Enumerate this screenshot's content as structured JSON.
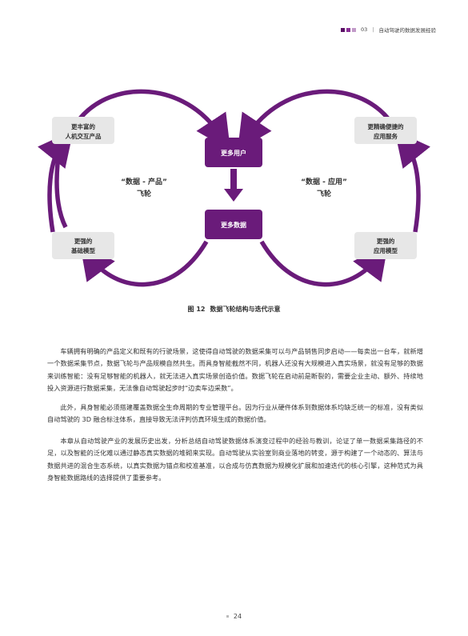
{
  "header": {
    "chapter": "03",
    "title": "自动驾驶的数据发展经验",
    "colors": [
      "#5b0f66",
      "#8a2e96",
      "#c29ac9"
    ]
  },
  "figure": {
    "center_top": "更多用户",
    "center_bottom": "更多数据",
    "left_top": [
      "更丰富的",
      "人机交互产品"
    ],
    "left_bottom": [
      "更强的",
      "基础模型"
    ],
    "right_top": [
      "更精确便捷的",
      "应用服务"
    ],
    "right_bottom": [
      "更强的",
      "应用模型"
    ],
    "left_label": [
      "“数据 - 产品”",
      "飞轮"
    ],
    "right_label": [
      "“数据 - 应用”",
      "飞轮"
    ],
    "accent": "#6a1b7a",
    "box_fill": "#e7e7e7"
  },
  "caption": {
    "number": "图 12",
    "title": "数据飞轮结构与迭代示意"
  },
  "paragraphs": [
    "车辆拥有明确的产品定义和既有的行驶场景，这使得自动驾驶的数据采集可以与产品销售同步启动——每卖出一台车，就新增一个数据采集节点，数据飞轮与产品规模自然共生。而具身智能截然不同，机器人还没有大规模进入真实场景，就没有足够的数据来训练智能：没有足够智能的机器人，就无法进入真实场景创造价值。数据飞轮在启动前是断裂的，需要企业主动、额外、持续地投入资源进行数据采集，无法像自动驾驶起步时“边卖车边采数”。",
    "此外，具身智能必须搭建覆盖数据全生命周期的专业管理平台。因为行业从硬件体系到数据体系均缺乏统一的标准，没有类似自动驾驶的 3D 融合标注体系，直接导致无法评判仿真环境生成的数据价值。",
    "本章从自动驾驶产业的发展历史出发，分析总结自动驾驶数据体系演变过程中的经验与教训，论证了单一数据采集路径的不足，以及智能的泛化难以通过静态真实数据的堆砌来实现。自动驾驶从实验室到商业落地的转变，源于构建了一个动态的、算法与数据共进的混合生态系统，以真实数据为锚点和校准基准，以合成与仿真数据为规模化扩展和加速迭代的核心引擎，这种范式为具身智能数据路线的选择提供了重要参考。"
  ],
  "page_number": "24"
}
